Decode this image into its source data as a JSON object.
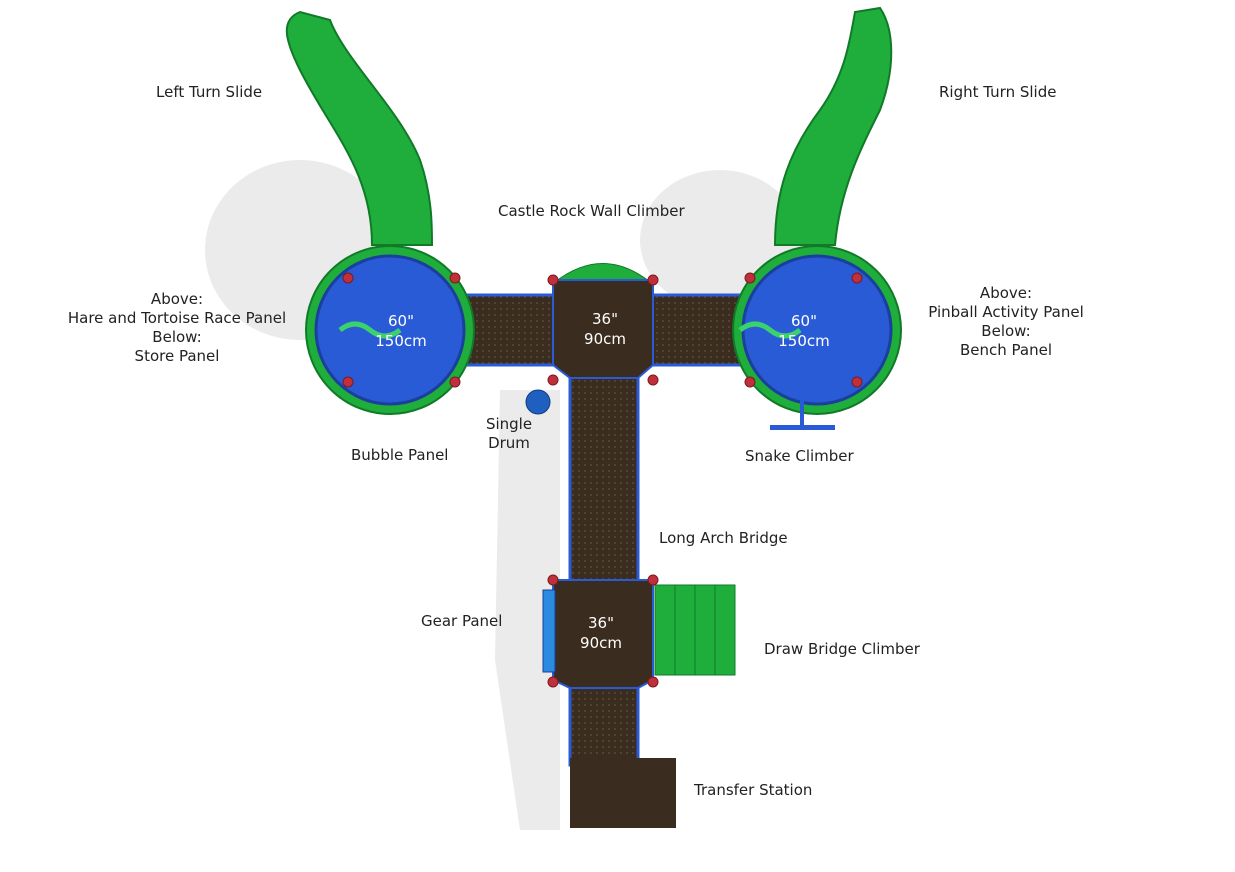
{
  "labels": {
    "left_turn_slide": "Left Turn Slide",
    "right_turn_slide": "Right Turn Slide",
    "castle_rock_wall_climber": "Castle Rock Wall Climber",
    "left_panels": [
      "Above:",
      "Hare and Tortoise Race Panel",
      "Below:",
      "Store Panel"
    ],
    "right_panels": [
      "Above:",
      "Pinball Activity Panel",
      "Below:",
      "Bench Panel"
    ],
    "single_drum": [
      "Single",
      "Drum"
    ],
    "bubble_panel": "Bubble Panel",
    "snake_climber": "Snake Climber",
    "long_arch_bridge": "Long Arch Bridge",
    "gear_panel": "Gear Panel",
    "draw_bridge_climber": "Draw Bridge Climber",
    "transfer_station": "Transfer Station"
  },
  "decks": {
    "left_round": [
      "60\"",
      "150cm"
    ],
    "right_round": [
      "60\"",
      "150cm"
    ],
    "center_top": [
      "36\"",
      "90cm"
    ],
    "center_bottom": [
      "36\"",
      "90cm"
    ]
  },
  "colors": {
    "slide_green": "#1fae3c",
    "deck_blue": "#2a5bd7",
    "deck_brown": "#3a2c1e",
    "post_red": "#c0303a"
  }
}
